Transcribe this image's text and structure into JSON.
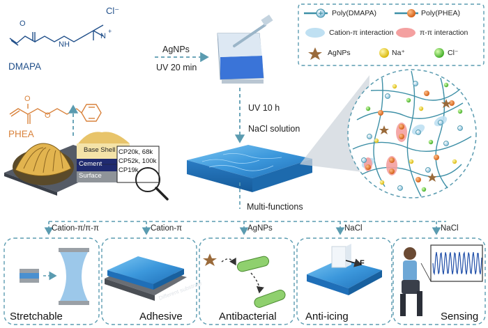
{
  "molecules": {
    "dmapa": "DMAPA",
    "phea": "PHEA",
    "chloride": "Cl⁻",
    "nitrogen": "N",
    "nitrogen_charge": "+",
    "nh": "NH",
    "oxygen": "O"
  },
  "steps": {
    "agnps": "AgNPs",
    "uv20": "UV 20 min",
    "uv10": "UV 10 h",
    "nacl": "NaCl solution",
    "multi": "Multi-functions"
  },
  "shell_labels": {
    "base_shell": "Base Shell",
    "cement": "Cement",
    "surface": "Surface"
  },
  "cp_labels": [
    "CP20k, 68k",
    "CP52k, 100k",
    "CP19k"
  ],
  "legend": {
    "items": [
      {
        "label": "Poly(DMAPA)",
        "icon": "blue-plus-bead-icon"
      },
      {
        "label": "Poly(PHEA)",
        "icon": "orange-bead-icon"
      },
      {
        "label": "Cation-π interaction",
        "icon": "blue-ellipse-icon"
      },
      {
        "label": "π-π interaction",
        "icon": "red-ellipse-icon"
      },
      {
        "label": "AgNPs",
        "icon": "star-icon"
      },
      {
        "label": "Na⁺",
        "icon": "yellow-ion-icon"
      },
      {
        "label": "Cl⁻",
        "icon": "green-ion-icon"
      }
    ]
  },
  "branches": [
    "Cation-π/π-π",
    "Cation-π",
    "AgNPs",
    "NaCl",
    "NaCl"
  ],
  "panels": [
    "Stretchable",
    "Adhesive",
    "Antibacterial",
    "Anti-icing",
    "Sensing"
  ],
  "substrate_text": "Different substrate",
  "force_label": "F",
  "colors": {
    "dashed_teal": "#5a9bb0",
    "dmapa_blue": "#1f4e89",
    "phea_orange": "#d9823b",
    "gel_blue": "#3a8fd0",
    "network_teal": "#3d8fa6"
  }
}
